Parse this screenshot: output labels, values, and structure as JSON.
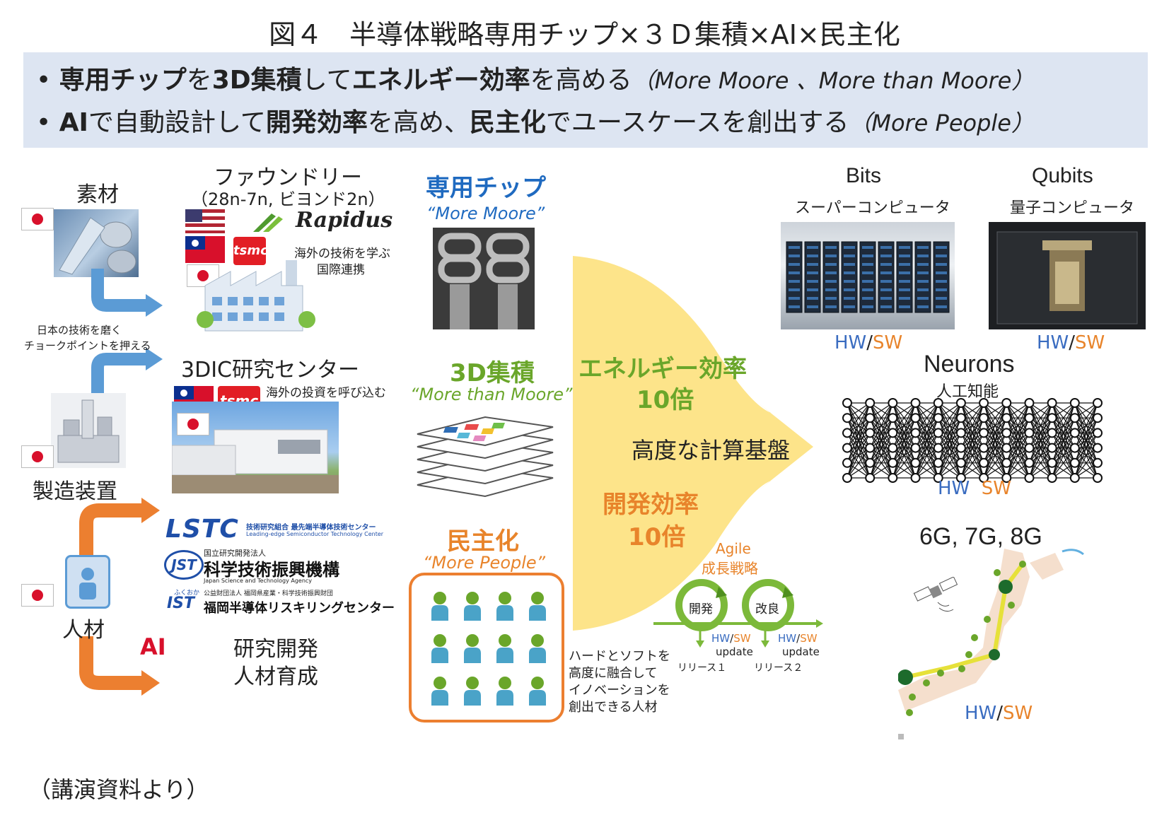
{
  "title": "図４　半導体戦略専用チップ×３Ｄ集積×AI×民主化",
  "banner": {
    "line1": {
      "bullet": "•",
      "b1": "専用チップ",
      "t1": "を",
      "b2": "3D集積",
      "t2": "して",
      "b3": "エネルギー効率",
      "t3": "を高める",
      "paren": "（More Moore 、More than Moore）"
    },
    "line2": {
      "bullet": "•",
      "b1": "AI",
      "t1": "で自動設計して",
      "b2": "開発効率",
      "t2": "を高め、",
      "b3": "民主化",
      "t3": "でユースケースを創出する",
      "paren": "（More People）"
    }
  },
  "left": {
    "materials": "素材",
    "equipment": "製造装置",
    "talent": "人材",
    "arrow_note_line1": "日本の技術を磨く",
    "arrow_note_line2": "チョークポイントを押える",
    "ai": "AI"
  },
  "foundry": {
    "title": "ファウンドリー",
    "subtitle": "（28n-7n, ビヨンド2n）",
    "rapidus": "Rapidus",
    "tsmc": "tsmc",
    "note_line1": "海外の技術を学ぶ",
    "note_line2": "国際連携"
  },
  "center3dic": {
    "title": "3DIC研究センター",
    "tsmc": "tsmc",
    "note": "海外の投資を呼び込む"
  },
  "orgs": {
    "lstc": "LSTC",
    "lstc_jp": "技術研究組合 最先端半導体技術センター",
    "lstc_en": "Leading-edge Semiconductor Technology Center",
    "jst": "JST",
    "jst_small": "国立研究開発法人",
    "jst_name": "科学技術振興機構",
    "jst_en": "Japan Science and Technology Agency",
    "ist": "IST",
    "ist_hira": "ふくおか",
    "ist_small": "公益財団法人 福岡県産業・科学技術振興財団",
    "ist_name": "福岡半導体リスキリングセンター"
  },
  "rnd": {
    "line1": "研究開発",
    "line2": "人材育成"
  },
  "chips": {
    "dedicated": "専用チップ",
    "dedicated_q": "“More Moore”",
    "stack": "3D集積",
    "stack_q": "“More than Moore”",
    "demo": "民主化",
    "demo_q": "“More People”"
  },
  "funnel": {
    "energy_line1": "エネルギー効率",
    "energy_line2": "10倍",
    "infra": "高度な計算基盤",
    "dev_line1": "開発効率",
    "dev_line2": "10倍"
  },
  "agile": {
    "title_line1": "Agile",
    "title_line2": "成長戦略",
    "dev": "開発",
    "improve": "改良",
    "hw": "HW",
    "slash": "/",
    "sw": "SW",
    "update": "update",
    "release1": "リリース１",
    "release2": "リリース２"
  },
  "hybrid": {
    "line1": "ハードとソフトを",
    "line2": "高度に融合して",
    "line3": "イノベーションを",
    "line4": "創出できる人材"
  },
  "right": {
    "bits": "Bits",
    "bits_sub": "スーパーコンピュータ",
    "qubits": "Qubits",
    "qubits_sub": "量子コンピュータ",
    "neurons": "Neurons",
    "neurons_sub": "人工知能",
    "network": "6G, 7G, 8G",
    "hw": "HW",
    "slash": "/",
    "sw": "SW"
  },
  "source": "（講演資料より）",
  "colors": {
    "banner_bg": "#dde5f2",
    "arrow_blue": "#5b9bd5",
    "arrow_orange": "#ec7f30",
    "funnel": "#fde48a",
    "green": "#6aa62a",
    "orange": "#e8842b",
    "blue": "#1f6ac0"
  }
}
